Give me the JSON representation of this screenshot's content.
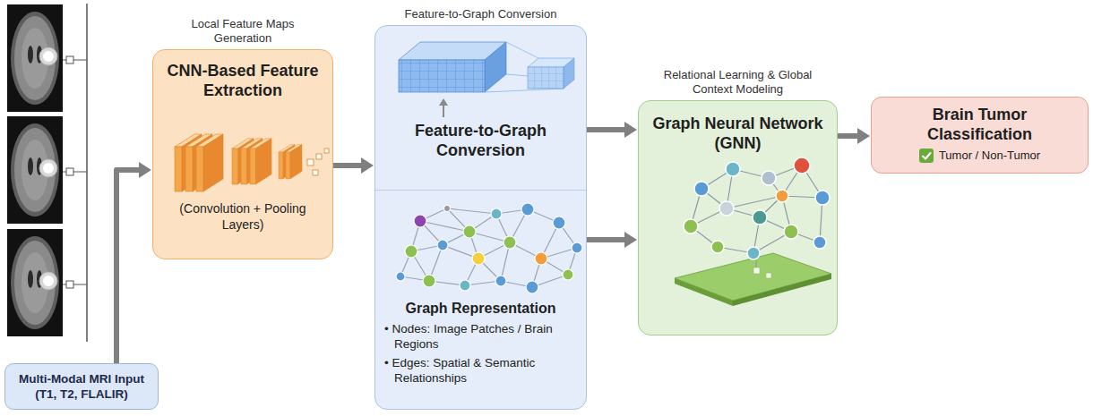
{
  "diagram": {
    "nodes": [
      {
        "text": [
          "Multi-Modal MRI Input (T1, T2, FLALIR)"
        ]
      },
      {
        "text": [
          "Local Feature Maps Generation",
          "CNN-Based Feature Extraction",
          "(Convolution + Pooling Layers)"
        ]
      },
      {
        "text": [
          "Feature-to-Graph Conversion"
        ]
      },
      {
        "text": [
          "Feature-to-Graph Conversion"
        ],
        "in": 2
      },
      {
        "text": [
          "Graph Representation",
          "• Nodes: Image Patches / Brain Regions",
          "• Edges: Spatial & Semantic Relationships"
        ],
        "in": 2
      },
      {
        "text": [
          "Relational Learning & Global Context Modeling",
          "Graph Neural Network (GNN)"
        ]
      },
      {
        "text": [
          "Brain Tumor Classification",
          "Tumor / Non-Tumor"
        ]
      }
    ],
    "edges": [
      {
        "from": 0,
        "to": 1,
        "arrow": "to"
      },
      {
        "from": 1,
        "to": 2,
        "arrow": "to"
      },
      {
        "from": 3,
        "to": 5,
        "arrow": "to"
      },
      {
        "from": 4,
        "to": 5,
        "arrow": "to"
      },
      {
        "from": 5,
        "to": 6,
        "arrow": "to"
      }
    ]
  }
}
